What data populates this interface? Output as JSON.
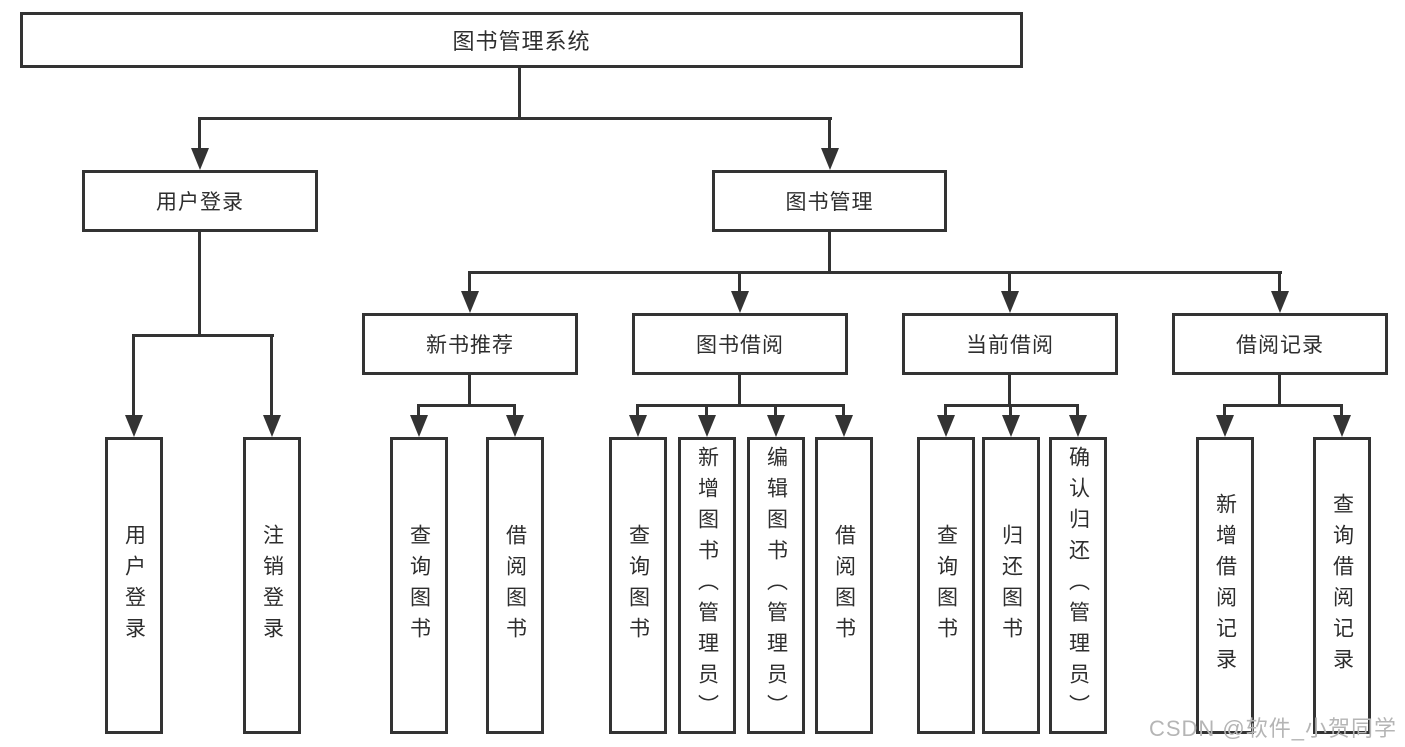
{
  "diagram": {
    "type": "hierarchy-tree",
    "root": {
      "label": "图书管理系统",
      "children": [
        {
          "label": "用户登录",
          "children": [
            {
              "label": "用户登录"
            },
            {
              "label": "注销登录"
            }
          ]
        },
        {
          "label": "图书管理",
          "children": [
            {
              "label": "新书推荐",
              "children": [
                {
                  "label": "查询图书"
                },
                {
                  "label": "借阅图书"
                }
              ]
            },
            {
              "label": "图书借阅",
              "children": [
                {
                  "label": "查询图书"
                },
                {
                  "label": "新增图书（管理员）"
                },
                {
                  "label": "编辑图书（管理员）"
                },
                {
                  "label": "借阅图书"
                }
              ]
            },
            {
              "label": "当前借阅",
              "children": [
                {
                  "label": "查询图书"
                },
                {
                  "label": "归还图书"
                },
                {
                  "label": "确认归还（管理员）"
                }
              ]
            },
            {
              "label": "借阅记录",
              "children": [
                {
                  "label": "新增借阅记录"
                },
                {
                  "label": "查询借阅记录"
                }
              ]
            }
          ]
        }
      ]
    }
  },
  "watermark": {
    "text": "CSDN @软件_小贺同学"
  },
  "colors": {
    "line": "#333333",
    "box_border": "#333333",
    "text": "#2e2e2e",
    "watermark": "#b5b5b5",
    "background": "#ffffff"
  }
}
